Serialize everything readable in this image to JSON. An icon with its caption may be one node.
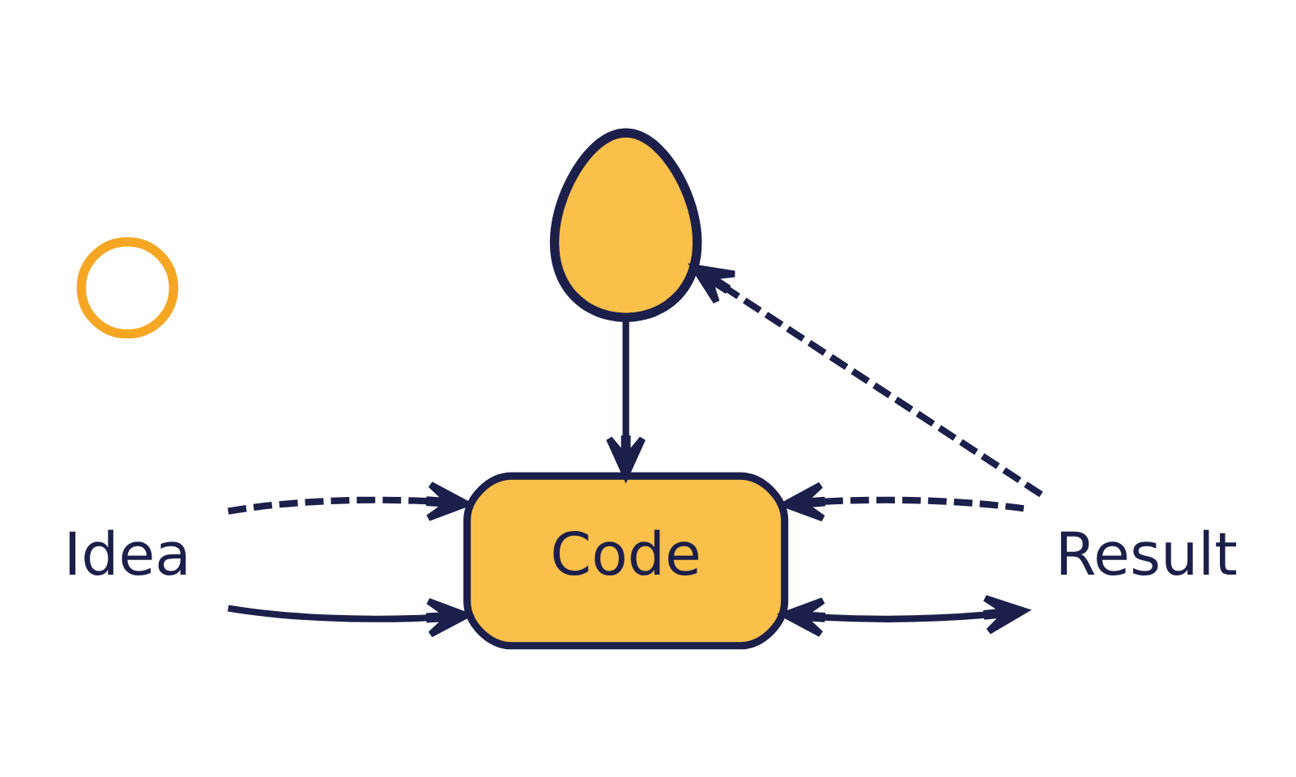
{
  "diagram": {
    "nodes": [
      {
        "text": [],
        "shape": "circle"
      },
      {
        "text": [],
        "shape": "egg"
      },
      {
        "text": [
          "Idea"
        ]
      },
      {
        "text": [
          "Code"
        ]
      },
      {
        "text": [
          "Result"
        ]
      }
    ],
    "edges": [
      {
        "from": 1,
        "to": 3,
        "arrow": "to"
      },
      {
        "from": 2,
        "to": 3,
        "arrow": "to"
      },
      {
        "from": 3,
        "to": 4,
        "arrow": "both"
      },
      {
        "from": 2,
        "to": 3,
        "arrow": "to",
        "style": "dashed"
      },
      {
        "from": 4,
        "to": 3,
        "arrow": "to",
        "style": "dashed"
      },
      {
        "from": 4,
        "to": 1,
        "arrow": "to",
        "style": "dashed"
      }
    ]
  }
}
